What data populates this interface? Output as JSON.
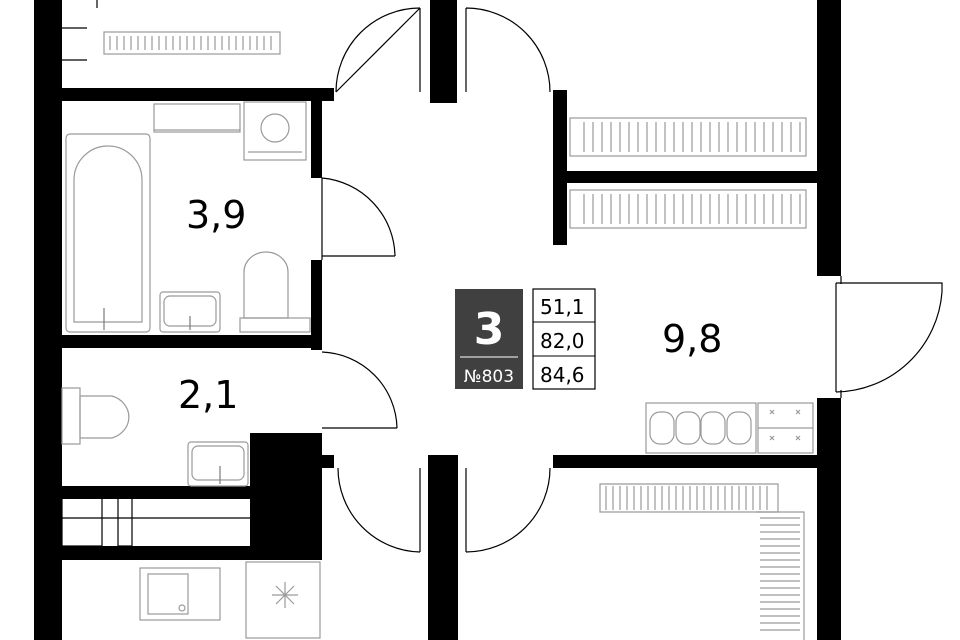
{
  "apartment": {
    "rooms": "3",
    "number": "№803",
    "areas": [
      "51,1",
      "82,0",
      "84,6"
    ]
  },
  "rooms": {
    "bathroom_area": "3,9",
    "toilet_area": "2,1",
    "hall_area": "9,8"
  },
  "colors": {
    "wall": "#000000",
    "badge": "#404040",
    "fixture": "#9a9a9a"
  }
}
